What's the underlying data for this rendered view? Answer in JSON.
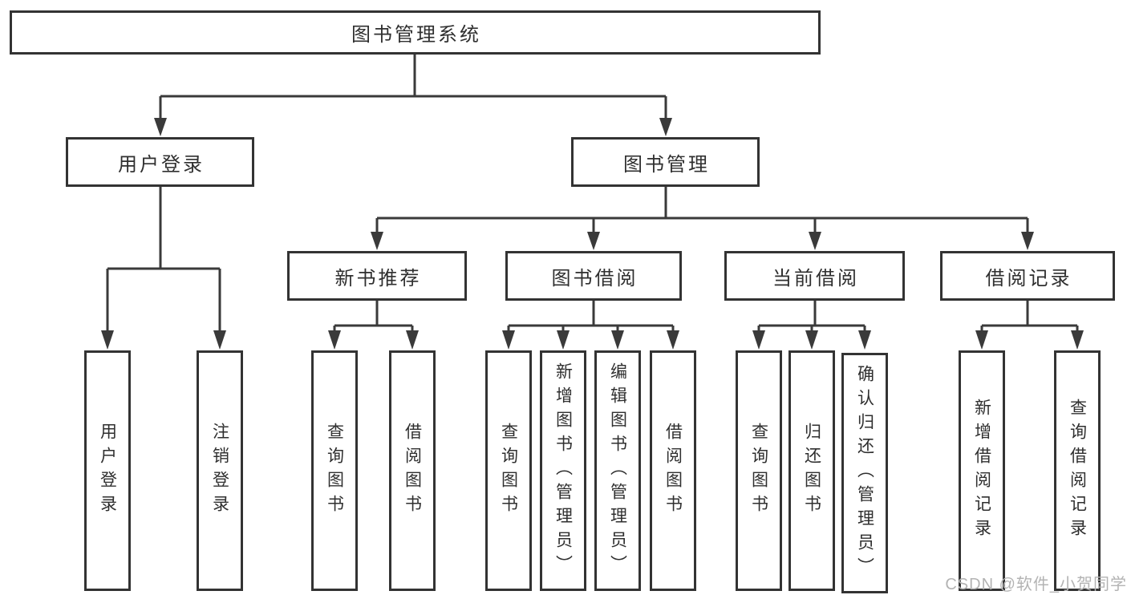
{
  "tree": {
    "root": {
      "label": "图书管理系统"
    },
    "branches": [
      {
        "label": "用户登录",
        "children": [
          {
            "label": "用户登录"
          },
          {
            "label": "注销登录"
          }
        ]
      },
      {
        "label": "图书管理",
        "children": [
          {
            "label": "新书推荐",
            "children": [
              {
                "label": "查询图书"
              },
              {
                "label": "借阅图书"
              }
            ]
          },
          {
            "label": "图书借阅",
            "children": [
              {
                "label": "查询图书"
              },
              {
                "label": "新增图书（管理员）"
              },
              {
                "label": "编辑图书（管理员）"
              },
              {
                "label": "借阅图书"
              }
            ]
          },
          {
            "label": "当前借阅",
            "children": [
              {
                "label": "查询图书"
              },
              {
                "label": "归还图书"
              },
              {
                "label": "确认归还（管理员）"
              }
            ]
          },
          {
            "label": "借阅记录",
            "children": [
              {
                "label": "新增借阅记录"
              },
              {
                "label": "查询借阅记录"
              }
            ]
          }
        ]
      }
    ]
  },
  "watermark": {
    "text": "CSDN @软件_小贺同学"
  },
  "colors": {
    "line": "#3a3a3a",
    "box_border": "#333333",
    "box_fill": "#ffffff",
    "text": "#2f2f2f",
    "background": "#ffffff",
    "watermark": "#b3b3b3"
  }
}
